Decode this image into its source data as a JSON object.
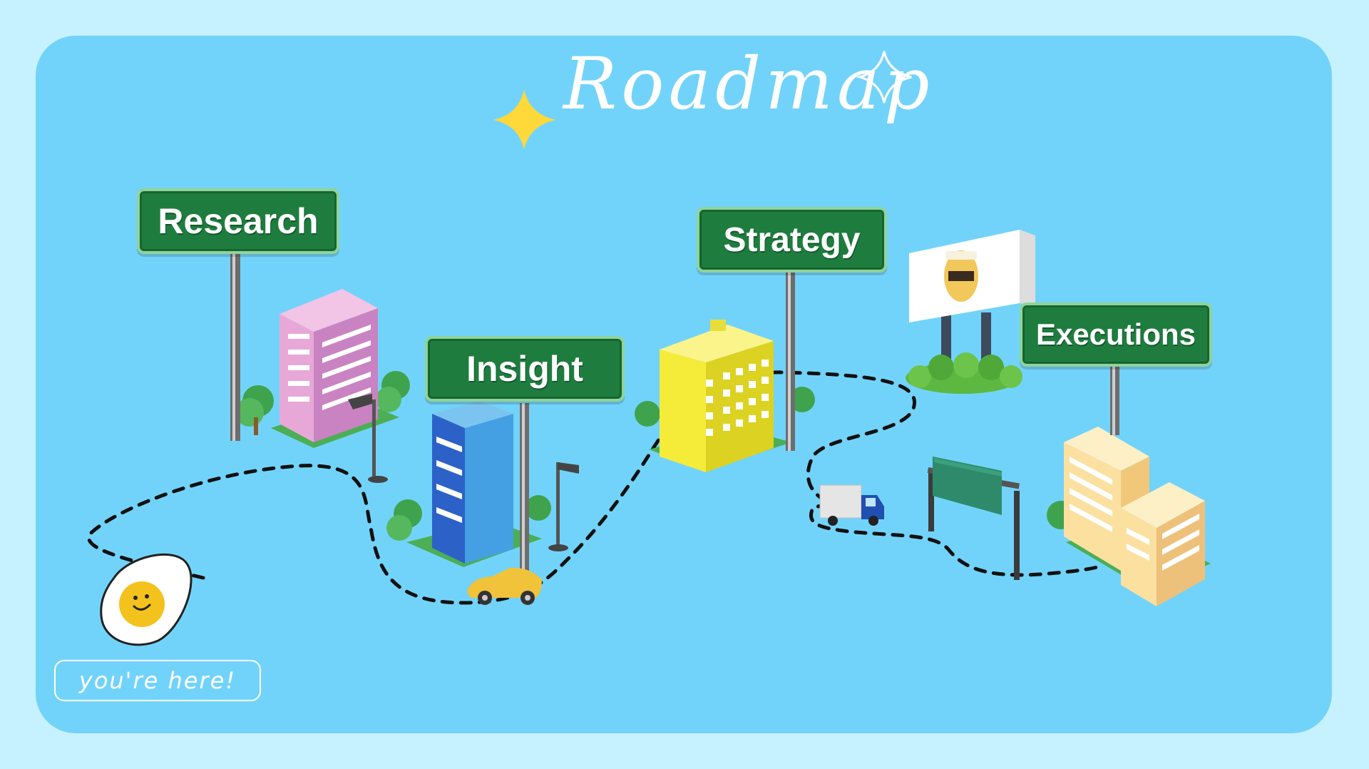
{
  "title": "Roadmap",
  "milestones": [
    {
      "label": "Research"
    },
    {
      "label": "Insight"
    },
    {
      "label": "Strategy"
    },
    {
      "label": "Executions"
    }
  ],
  "you_are_here": "you're here!",
  "colors": {
    "page_bg": "#c6f2ff",
    "card_bg": "#72d3fa",
    "sign_green": "#1e7d3e",
    "sign_border": "#8fd39b",
    "sparkle_yellow": "#ffd83a",
    "path": "#111111"
  }
}
